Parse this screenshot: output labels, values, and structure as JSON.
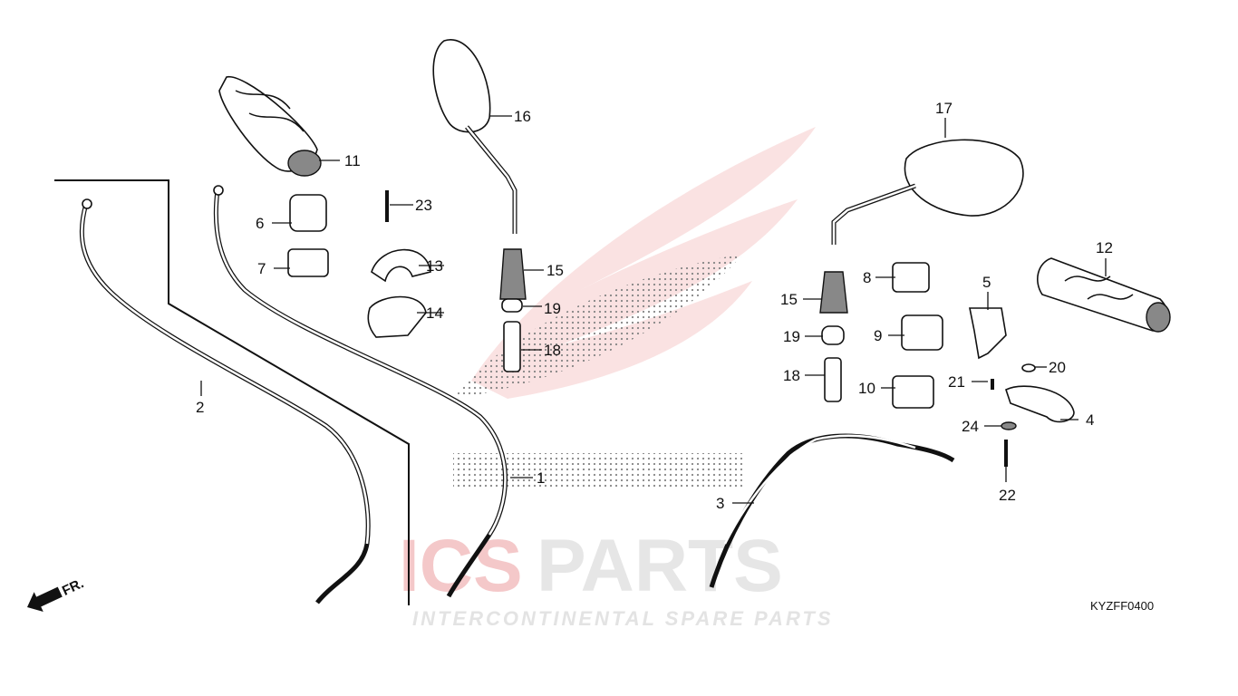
{
  "diagram": {
    "code": "KYZFF0400",
    "front_indicator": "FR.",
    "watermark": {
      "brand_red": "ICS",
      "brand_grey": "PARTS",
      "tagline": "INTERCONTINENTAL SPARE PARTS",
      "accent_color": "#e03a3e"
    },
    "callouts": [
      {
        "id": "c1",
        "label": "1"
      },
      {
        "id": "c2",
        "label": "2"
      },
      {
        "id": "c3",
        "label": "3"
      },
      {
        "id": "c4",
        "label": "4"
      },
      {
        "id": "c5",
        "label": "5"
      },
      {
        "id": "c6",
        "label": "6"
      },
      {
        "id": "c7",
        "label": "7"
      },
      {
        "id": "c8",
        "label": "8"
      },
      {
        "id": "c9",
        "label": "9"
      },
      {
        "id": "c10",
        "label": "10"
      },
      {
        "id": "c11",
        "label": "11"
      },
      {
        "id": "c12",
        "label": "12"
      },
      {
        "id": "c13",
        "label": "13"
      },
      {
        "id": "c14",
        "label": "14"
      },
      {
        "id": "c15a",
        "label": "15"
      },
      {
        "id": "c15b",
        "label": "15"
      },
      {
        "id": "c16",
        "label": "16"
      },
      {
        "id": "c17",
        "label": "17"
      },
      {
        "id": "c18a",
        "label": "18"
      },
      {
        "id": "c18b",
        "label": "18"
      },
      {
        "id": "c19a",
        "label": "19"
      },
      {
        "id": "c19b",
        "label": "19"
      },
      {
        "id": "c20",
        "label": "20"
      },
      {
        "id": "c21",
        "label": "21"
      },
      {
        "id": "c22",
        "label": "22"
      },
      {
        "id": "c23",
        "label": "23"
      },
      {
        "id": "c24",
        "label": "24"
      }
    ]
  }
}
